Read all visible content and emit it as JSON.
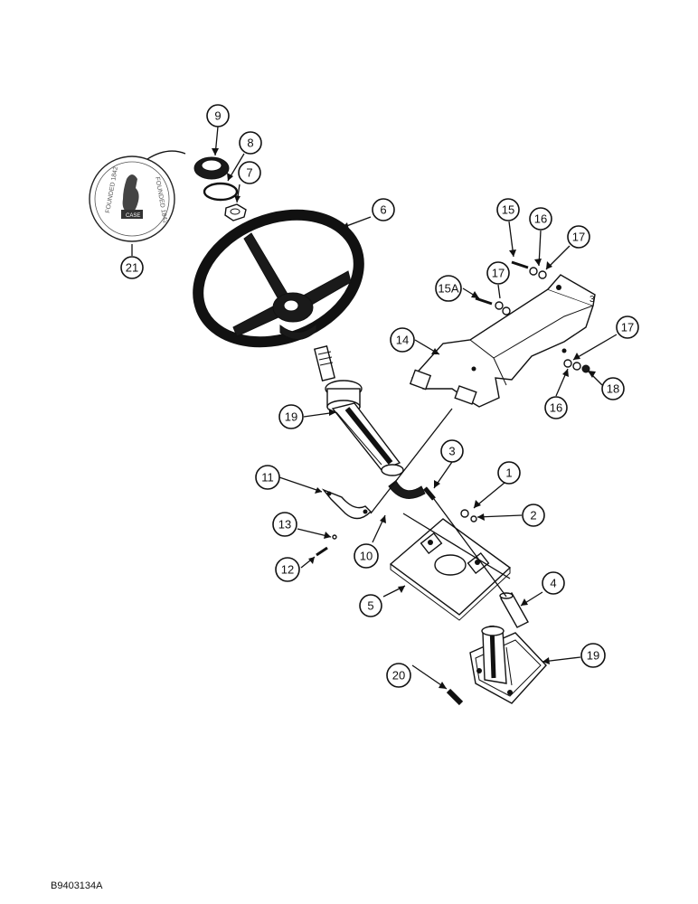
{
  "figure_ref": "B9403134A",
  "emblem": {
    "founded_text": "FOUNDED 1842",
    "brand_text": "CASE"
  },
  "callouts": {
    "c1": "1",
    "c2": "2",
    "c3": "3",
    "c4": "4",
    "c5": "5",
    "c6": "6",
    "c7": "7",
    "c8": "8",
    "c9": "9",
    "c10": "10",
    "c11": "11",
    "c12": "12",
    "c13": "13",
    "c14": "14",
    "c15": "15",
    "c15a": "15A",
    "c16a": "16",
    "c16b": "16",
    "c17a": "17",
    "c17b": "17",
    "c17c": "17",
    "c18": "18",
    "c19a": "19",
    "c19b": "19",
    "c20": "20",
    "c21": "21"
  },
  "colors": {
    "ink": "#111111",
    "paper": "#ffffff"
  }
}
